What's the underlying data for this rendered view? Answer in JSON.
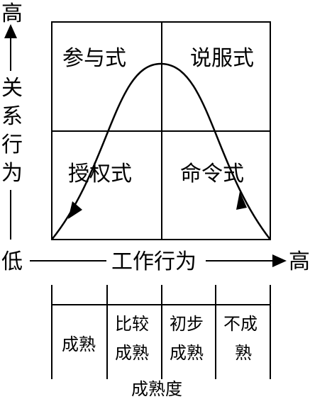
{
  "y_axis": {
    "high": "高",
    "label_chars": [
      "关",
      "系",
      "行",
      "为"
    ],
    "low": "低"
  },
  "x_axis": {
    "label": "工作行为",
    "high": "高"
  },
  "quadrants": {
    "top_left": "参与式",
    "top_right": "说服式",
    "bottom_left": "授权式",
    "bottom_right": "命令式"
  },
  "maturity": {
    "cells": [
      [
        "成熟"
      ],
      [
        "比较",
        "成熟"
      ],
      [
        "初步",
        "成熟"
      ],
      [
        "不成",
        "熟"
      ]
    ],
    "title": "成熟度"
  },
  "colors": {
    "ink": "#000000",
    "background": "#ffffff"
  }
}
